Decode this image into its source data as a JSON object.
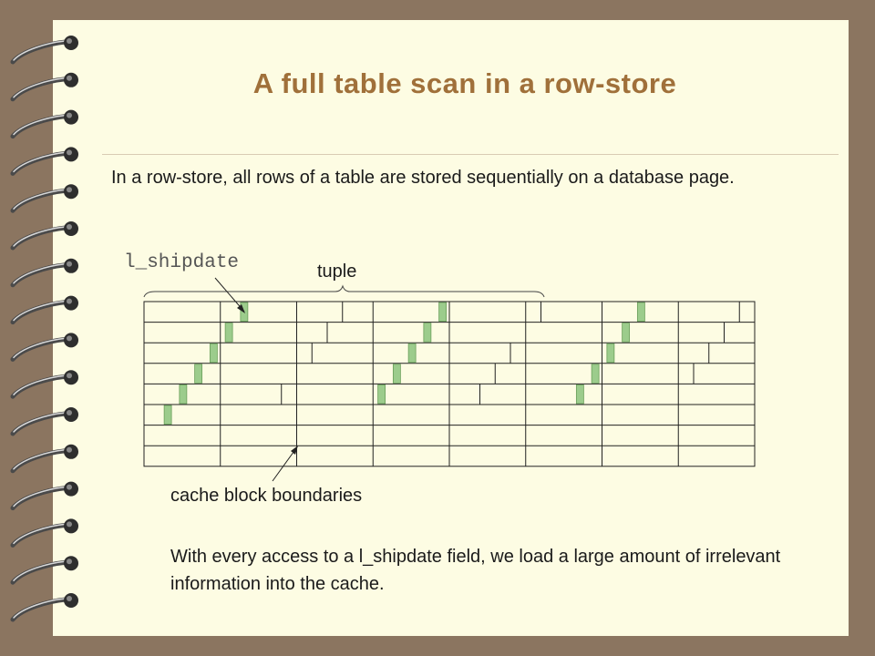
{
  "slide": {
    "title": "A full table scan in a row-store",
    "intro": "In a row-store, all rows of a table are stored sequentially on a database page.",
    "field_label": "l_shipdate",
    "tuple_label": "tuple",
    "cache_label": "cache block boundaries",
    "note": "With every access to a l_shipdate field, we load a large amount of irrelevant information into the cache."
  },
  "colors": {
    "background": "#8b7560",
    "page": "#fdfce3",
    "title": "#a0703a",
    "highlight": "#9ccc8c"
  },
  "table_grid": {
    "cache_lines": 8,
    "cache_blocks": 8,
    "tuple_length_blocks": 2.6
  }
}
